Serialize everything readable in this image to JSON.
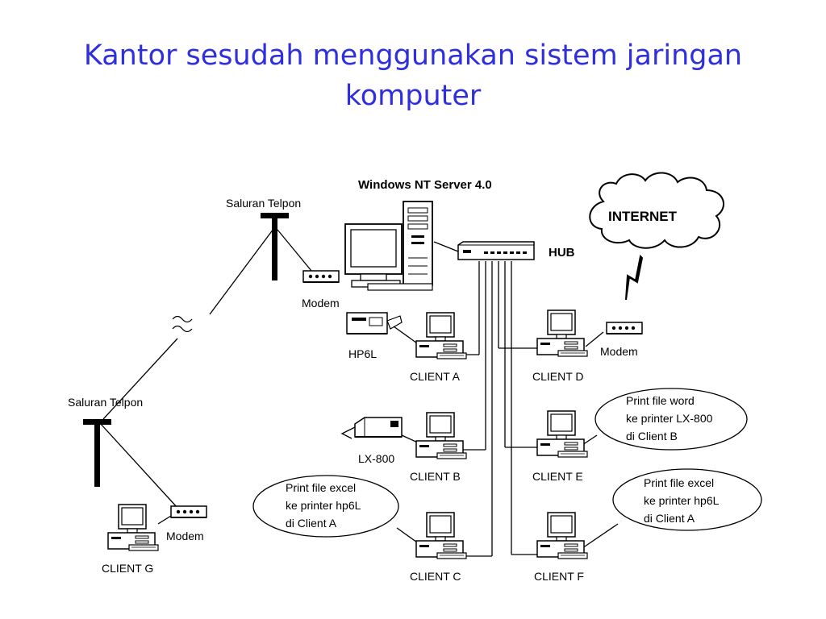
{
  "title": {
    "line1": "Kantor sesudah menggunakan sistem jaringan",
    "line2": "komputer"
  },
  "diagram": {
    "server_label": "Windows NT Server 4.0",
    "hub_label": "HUB",
    "internet_label": "INTERNET",
    "phone_line_top": "Saluran Telpon",
    "phone_line_left": "Saluran Telpon",
    "modem_server": "Modem",
    "modem_client_d": "Modem",
    "modem_client_g": "Modem",
    "printer_hp": "HP6L",
    "printer_lx": "LX-800",
    "clients": {
      "a": "CLIENT A",
      "b": "CLIENT B",
      "c": "CLIENT C",
      "d": "CLIENT D",
      "e": "CLIENT E",
      "f": "CLIENT F",
      "g": "CLIENT G"
    },
    "notes": {
      "word": [
        "Print file word",
        "ke printer LX-800",
        "di Client B"
      ],
      "excel_left": [
        "Print file excel",
        "ke printer hp6L",
        "di Client A"
      ],
      "excel_right": [
        "Print file excel",
        "ke printer hp6L",
        "di Client A"
      ]
    }
  }
}
